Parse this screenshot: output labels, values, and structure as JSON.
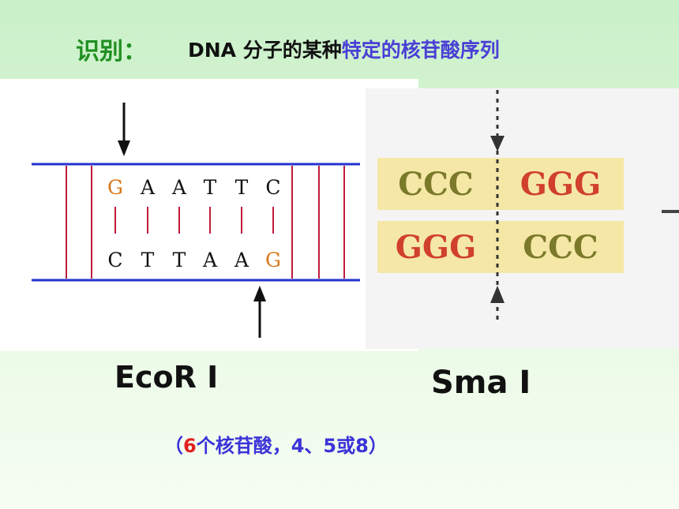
{
  "title": {
    "label": "识别：",
    "text_plain": "DNA 分子的某种",
    "text_highlight": "特定的核苷酸序列"
  },
  "ecori": {
    "top_strand": [
      "G",
      "A",
      "A",
      "T",
      "T",
      "C"
    ],
    "bottom_strand": [
      "C",
      "T",
      "T",
      "A",
      "A",
      "G"
    ],
    "name": "EcoR Ⅰ"
  },
  "smai": {
    "top_left": "CCC",
    "top_right": "GGG",
    "bottom_left": "GGG",
    "bottom_right": "CCC",
    "name": "Sma Ⅰ"
  },
  "note": {
    "open": "（",
    "count": "6",
    "rest": "个核苷酸，4、5或8）"
  },
  "colors": {
    "title_label": "#1f8f1f",
    "highlight": "#4a3fd6",
    "strand_line": "#2233cc",
    "rung": "#c01c3c",
    "cut_base": "#d8781a",
    "smai_band": "#f5e7a6",
    "smai_c": "#7a7a2a",
    "smai_g": "#d0402a"
  }
}
